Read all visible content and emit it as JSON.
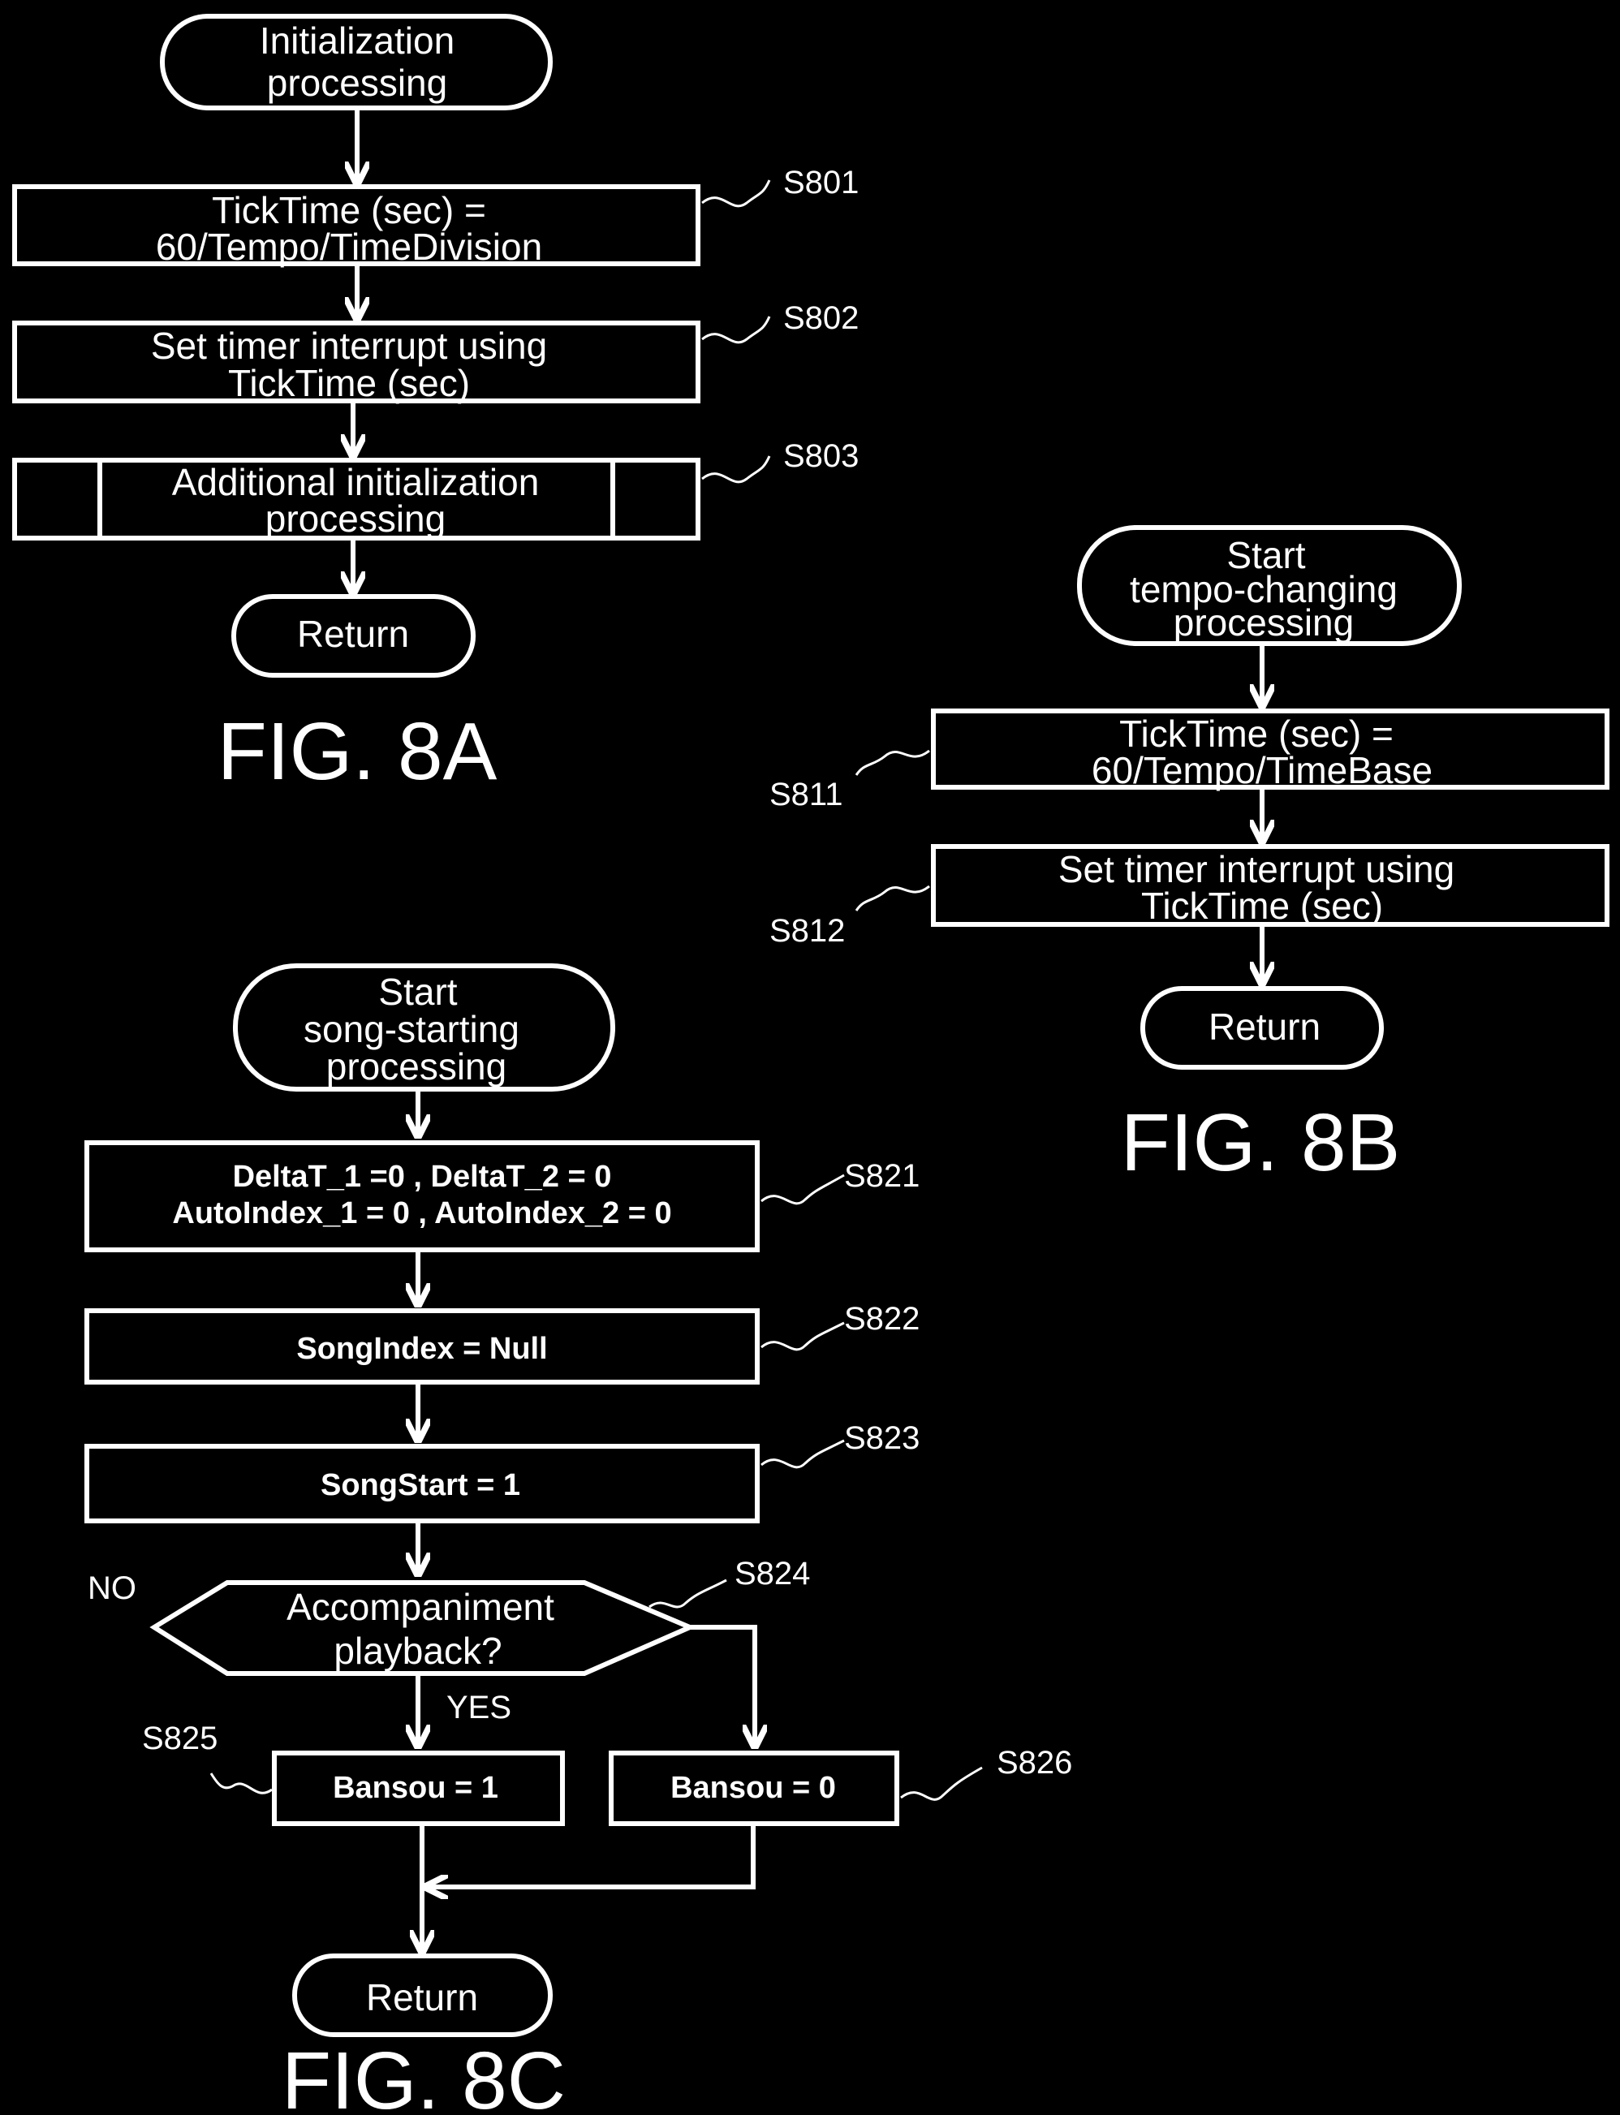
{
  "fig8a": {
    "start": [
      "Initialization",
      "processing"
    ],
    "s801": {
      "label": "S801",
      "lines": [
        "TickTime (sec) =",
        "60/Tempo/TimeDivision"
      ]
    },
    "s802": {
      "label": "S802",
      "lines": [
        "Set timer interrupt using",
        "TickTime (sec)"
      ]
    },
    "s803": {
      "label": "S803",
      "lines": [
        "Additional initialization",
        "processing"
      ]
    },
    "end": "Return",
    "caption": "FIG. 8A"
  },
  "fig8b": {
    "start": [
      "Start",
      "tempo-changing",
      "processing"
    ],
    "s811": {
      "label": "S811",
      "lines": [
        "TickTime (sec) =",
        "60/Tempo/TimeBase"
      ]
    },
    "s812": {
      "label": "S812",
      "lines": [
        "Set timer interrupt using",
        "TickTime (sec)"
      ]
    },
    "end": "Return",
    "caption": "FIG. 8B"
  },
  "fig8c": {
    "start": [
      "Start",
      "song-starting",
      "processing"
    ],
    "s821": {
      "label": "S821",
      "lines": [
        "DeltaT_1 =0 , DeltaT_2 = 0",
        "AutoIndex_1 = 0  ,  AutoIndex_2 = 0"
      ]
    },
    "s822": {
      "label": "S822",
      "text": "SongIndex = Null"
    },
    "s823": {
      "label": "S823",
      "text": "SongStart = 1"
    },
    "s824": {
      "label": "S824",
      "lines": [
        "Accompaniment",
        "playback?"
      ],
      "no": "NO",
      "yes": "YES"
    },
    "s825": {
      "label": "S825",
      "text": "Bansou = 1"
    },
    "s826": {
      "label": "S826",
      "text": "Bansou = 0"
    },
    "end": "Return",
    "caption": "FIG. 8C"
  }
}
